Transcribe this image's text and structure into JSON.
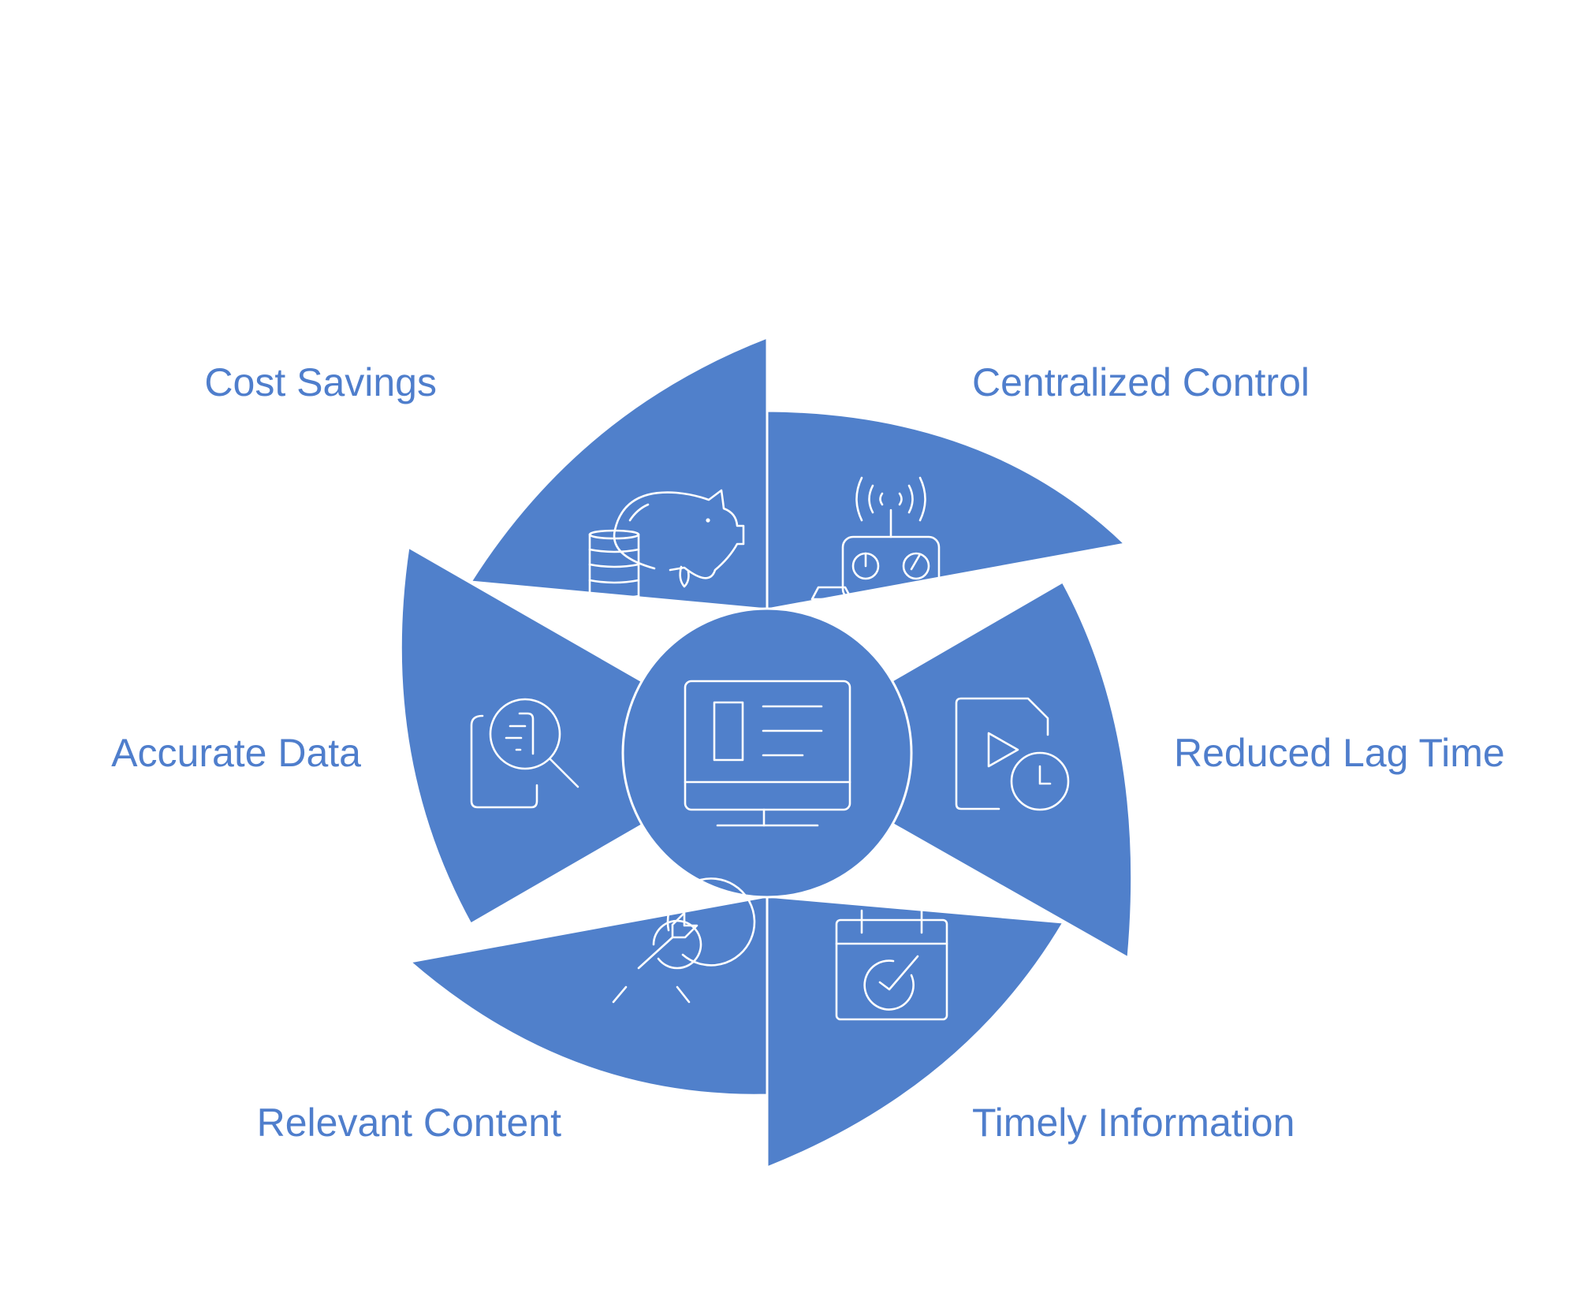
{
  "hub": {
    "icon": "monitor-icon"
  },
  "segments": [
    {
      "label": "Cost Savings",
      "icon": "piggy-bank-icon"
    },
    {
      "label": "Centralized Control",
      "icon": "remote-controller-icon"
    },
    {
      "label": "Reduced Lag Time",
      "icon": "video-clock-icon"
    },
    {
      "label": "Timely Information",
      "icon": "calendar-check-icon"
    },
    {
      "label": "Relevant Content",
      "icon": "target-arrow-icon"
    },
    {
      "label": "Accurate Data",
      "icon": "document-search-icon"
    }
  ],
  "colors": {
    "segment": "#5080cb",
    "label": "#4f7ecc",
    "background": "#ffffff",
    "icon_stroke": "#ffffff"
  }
}
